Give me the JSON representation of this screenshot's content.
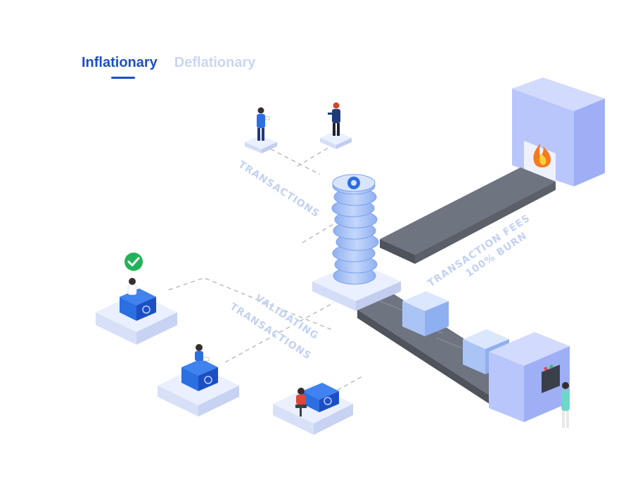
{
  "tabs": {
    "active": "Inflationary",
    "inactive": "Deflationary"
  },
  "labels": {
    "transactions": "TRANSACTIONS",
    "validating_line1": "VALIDATING",
    "validating_line2": "TRANSACTIONS",
    "fees_line1": "TRANSACTION FEES",
    "fees_line2": "100% BURN"
  },
  "colors": {
    "accent": "#1d4fc4",
    "label": "#c3d1f2",
    "platform": "#eaf0ff",
    "coin": "#a9c4f5",
    "belt": "#6e7480",
    "building": "#b7c3fb",
    "check": "#22b35a"
  }
}
